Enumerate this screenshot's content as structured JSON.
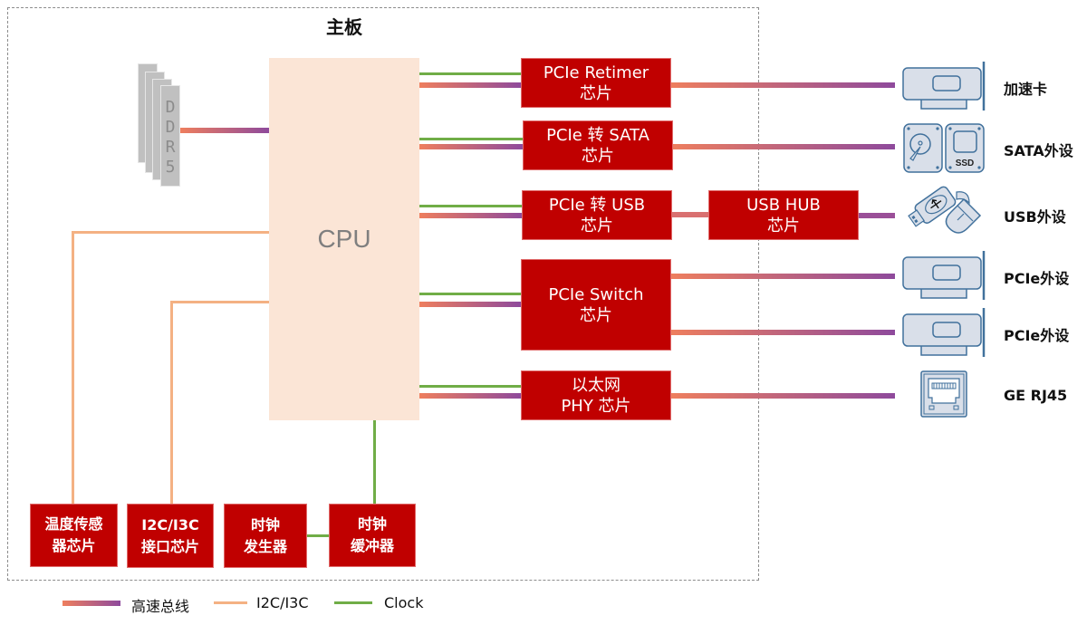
{
  "board": {
    "title": "主板"
  },
  "cpu": {
    "label": "CPU"
  },
  "memory": {
    "label_chars": [
      "D",
      "D",
      "R",
      "5"
    ]
  },
  "chips": {
    "retimer": {
      "line1": "PCIe Retimer",
      "line2": "芯片"
    },
    "sata": {
      "line1": "PCIe 转 SATA",
      "line2": "芯片"
    },
    "usb": {
      "line1": "PCIe 转 USB",
      "line2": "芯片"
    },
    "usbhub": {
      "line1": "USB HUB",
      "line2": "芯片"
    },
    "switch": {
      "line1": "PCIe Switch",
      "line2": "芯片"
    },
    "phy": {
      "line1": "以太网",
      "line2": "PHY 芯片"
    },
    "temp": {
      "line1": "温度传感",
      "line2": "器芯片"
    },
    "i2c": {
      "line1": "I2C/I3C",
      "line2": "接口芯片"
    },
    "clkgen": {
      "line1": "时钟",
      "line2": "发生器"
    },
    "clkbuf": {
      "line1": "时钟",
      "line2": "缓冲器"
    }
  },
  "devices": {
    "accel": {
      "label": "加速卡",
      "icon": "pcie-card-icon"
    },
    "sata": {
      "label": "SATA外设",
      "icon": "hdd-ssd-icon",
      "ssd_text": "SSD"
    },
    "usb": {
      "label": "USB外设",
      "icon": "usb-mouse-icon"
    },
    "pcie1": {
      "label": "PCIe外设",
      "icon": "pcie-card-icon"
    },
    "pcie2": {
      "label": "PCIe外设",
      "icon": "pcie-card-icon"
    },
    "rj45": {
      "label": "GE RJ45",
      "icon": "rj45-port-icon"
    }
  },
  "legend": {
    "items": [
      {
        "label": "高速总线",
        "type": "high-speed-bus",
        "color_start": "#ee7e5e",
        "color_end": "#8e4a9c"
      },
      {
        "label": "I2C/I3C",
        "type": "i2c-i3c",
        "color": "#f4b183"
      },
      {
        "label": "Clock",
        "type": "clock",
        "color": "#70ad47"
      }
    ]
  },
  "colors": {
    "chip": "#c00000",
    "cpu": "#fbe5d6",
    "device_fill": "#d9dfe9",
    "device_stroke": "#41719c"
  }
}
